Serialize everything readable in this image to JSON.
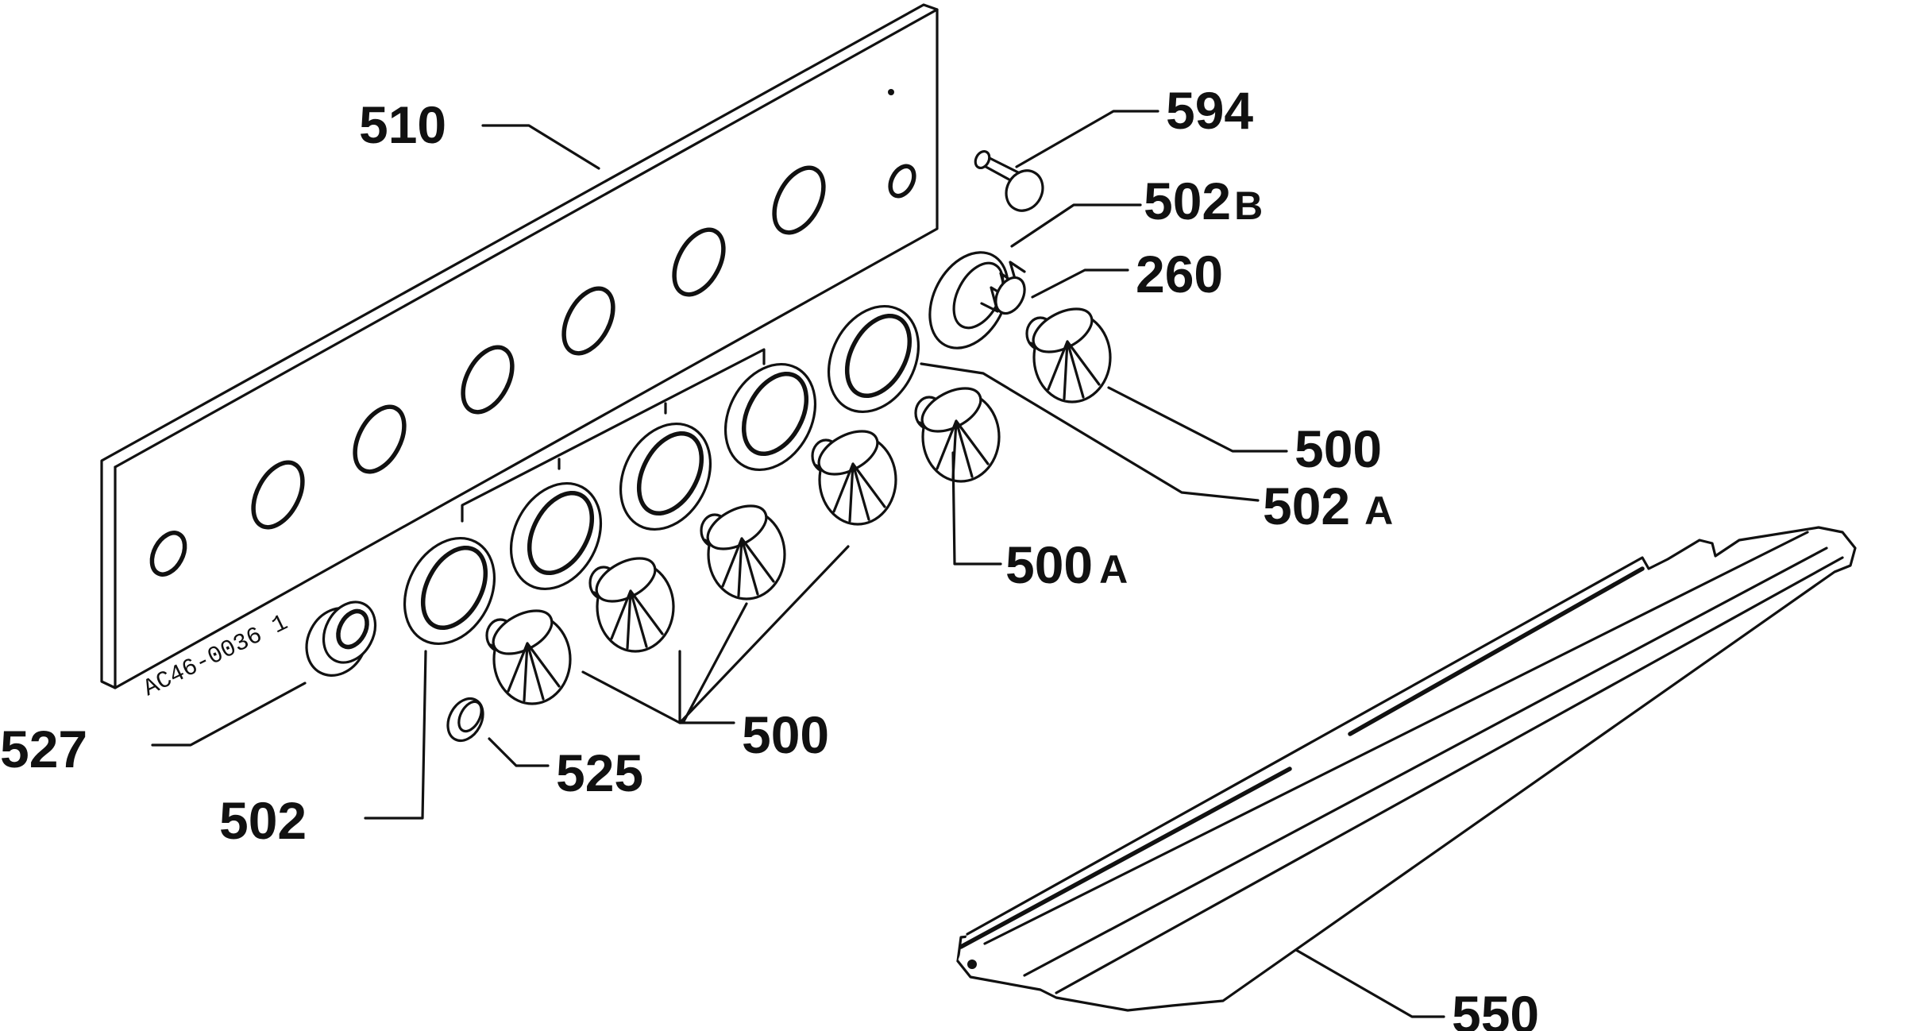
{
  "colors": {
    "ink": "#111111",
    "paper": "#ffffff"
  },
  "labels": {
    "p510": "510",
    "p594": "594",
    "p502b": {
      "num": "502",
      "suffix": "B"
    },
    "p260": "260",
    "p500_right": "500",
    "p502a": {
      "num": "502",
      "suffix": "A"
    },
    "p500a": {
      "num": "500",
      "suffix": "A"
    },
    "p500_group": "500",
    "p527": "527",
    "p525": "525",
    "p502": "502",
    "p550": "550"
  },
  "stamp": "AC46-0036 1"
}
